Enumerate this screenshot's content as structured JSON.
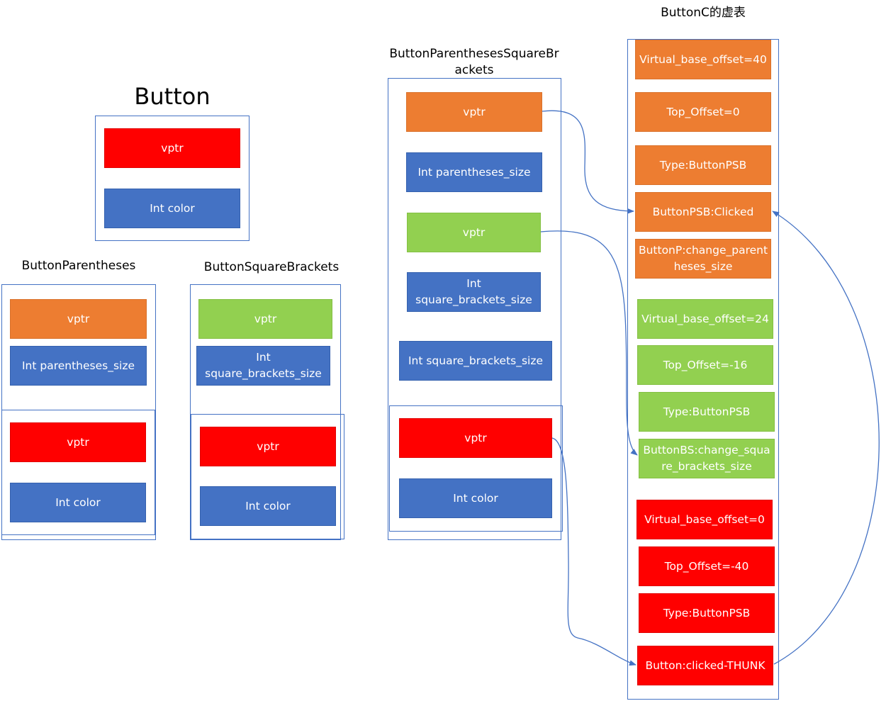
{
  "button": {
    "title": "Button",
    "vptr": "vptr",
    "color": "Int color"
  },
  "button_parentheses": {
    "title": "ButtonParentheses",
    "vptr": "vptr",
    "size": "Int parentheses_size",
    "base_vptr": "vptr",
    "base_color": "Int color"
  },
  "button_square_brackets": {
    "title": "ButtonSquareBrackets",
    "vptr": "vptr",
    "size_line1": "Int",
    "size_line2": "square_brackets_size",
    "base_vptr": "vptr",
    "base_color": "Int color"
  },
  "button_psb": {
    "title_line1": "ButtonParenthesesSquareBr",
    "title_line2": "ackets",
    "vptr1": "vptr",
    "parentheses_size": "Int parentheses_size",
    "vptr2": "vptr",
    "sq_size_line1": "Int",
    "sq_size_line2": "square_brackets_size",
    "own_size": "Int square_brackets_size",
    "base_vptr": "vptr",
    "base_color": "Int color"
  },
  "vtable": {
    "title": "ButtonC的虚表",
    "orange": {
      "virtual_base_offset": "Virtual_base_offset=40",
      "top_offset": "Top_Offset=0",
      "type": "Type:ButtonPSB",
      "clicked": "ButtonPSB:Clicked",
      "change_line1": "ButtonP:change_parent",
      "change_line2": "heses_size"
    },
    "green": {
      "virtual_base_offset": "Virtual_base_offset=24",
      "top_offset": "Top_Offset=-16",
      "type": "Type:ButtonPSB",
      "change_line1": "ButtonBS:change_squa",
      "change_line2": "re_brackets_size"
    },
    "red": {
      "virtual_base_offset": "Virtual_base_offset=0",
      "top_offset": "Top_Offset=-40",
      "type": "Type:ButtonPSB",
      "thunk": "Button:clicked-THUNK"
    }
  },
  "colors": {
    "red": "#ff0000",
    "blue": "#4472c4",
    "orange": "#ed7d31",
    "green": "#92d050",
    "connector": "#4472c4"
  }
}
